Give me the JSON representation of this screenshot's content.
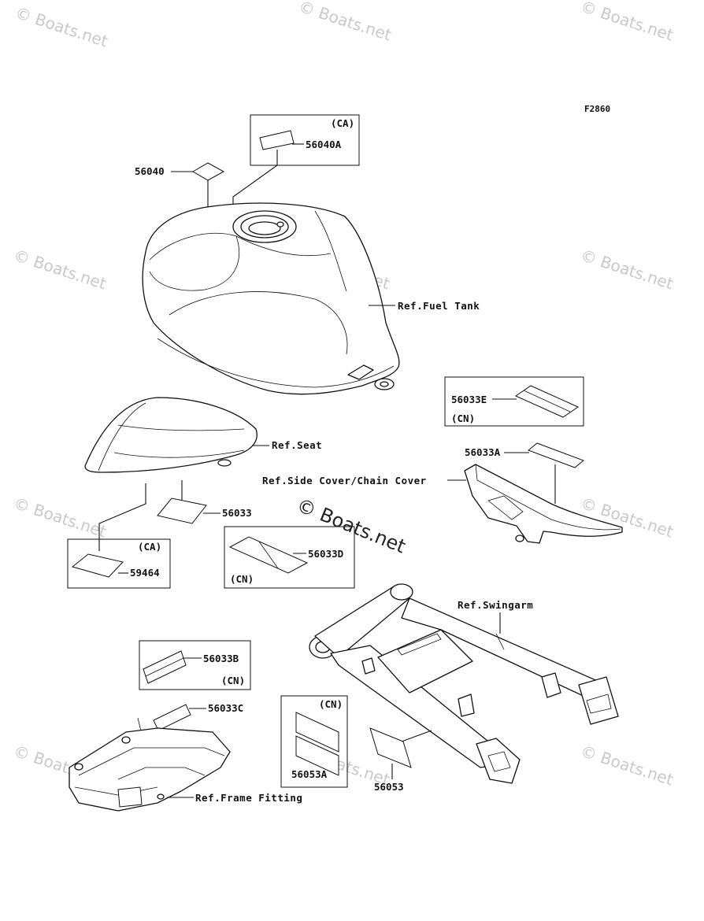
{
  "figure_code": "F2860",
  "watermarks": {
    "repeating": "© Boats.net",
    "center": "© Boats.net"
  },
  "references": {
    "fuel_tank": "Ref.Fuel Tank",
    "seat": "Ref.Seat",
    "side_cover": "Ref.Side Cover/Chain Cover",
    "swingarm": "Ref.Swingarm",
    "frame_fitting": "Ref.Frame Fitting"
  },
  "parts": {
    "p56040": "56040",
    "p56040A": "56040A",
    "p56033E": "56033E",
    "p56033A": "56033A",
    "p56033": "56033",
    "p56033D": "56033D",
    "p59464": "59464",
    "p56033B": "56033B",
    "p56033C": "56033C",
    "p56053A": "56053A",
    "p56053": "56053"
  },
  "region_tags": {
    "ca": "(CA)",
    "cn": "(CN)"
  }
}
